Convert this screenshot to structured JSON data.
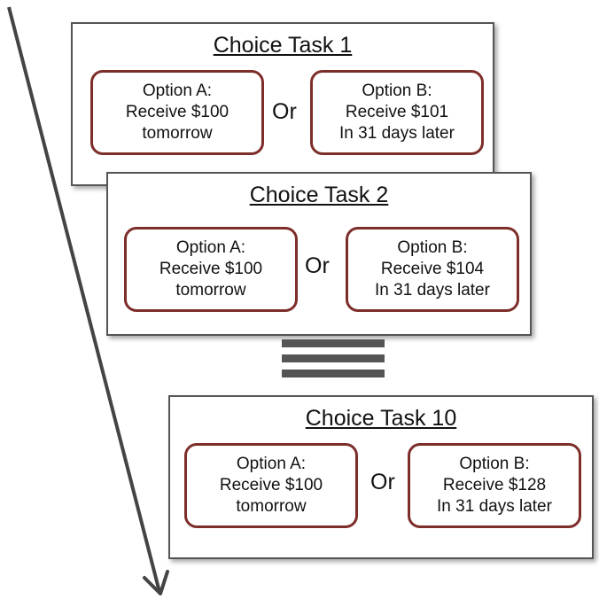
{
  "tasks": [
    {
      "title": "Choice Task 1",
      "or": "Or",
      "option_a": [
        "Option A:",
        "Receive $100",
        "tomorrow"
      ],
      "option_b": [
        "Option B:",
        "Receive $101",
        "In 31 days later"
      ]
    },
    {
      "title": "Choice Task 2",
      "or": "Or",
      "option_a": [
        "Option A:",
        "Receive $100",
        "tomorrow"
      ],
      "option_b": [
        "Option B:",
        "Receive $104",
        "In 31 days later"
      ]
    },
    {
      "title": "Choice Task 10",
      "or": "Or",
      "option_a": [
        "Option A:",
        "Receive $100",
        "tomorrow"
      ],
      "option_b": [
        "Option B:",
        "Receive $128",
        "In 31 days later"
      ]
    }
  ],
  "colors": {
    "option_border": "#7d2e2a",
    "task_border": "#555555",
    "arrow": "#444444",
    "ellipsis_bars": "#555555"
  }
}
